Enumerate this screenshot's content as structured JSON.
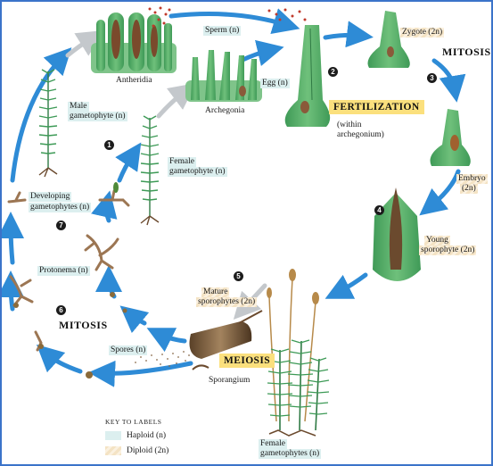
{
  "steps": {
    "s1": "1",
    "s2": "2",
    "s3": "3",
    "s4": "4",
    "s5": "5",
    "s6": "6",
    "s7": "7"
  },
  "labels": {
    "antheridia": "Antheridia",
    "sperm": "Sperm (n)",
    "egg": "Egg (n)",
    "archegonia": "Archegonia",
    "fertilization": "FERTILIZATION",
    "within_line1": "(within",
    "within_line2": "archegonium)",
    "zygote": "Zygote (2n)",
    "mitosis_top": "MITOSIS",
    "embryo_line1": "Embryo",
    "embryo_line2": "(2n)",
    "young_line1": "Young",
    "young_line2": "sporophyte (2n)",
    "mature_line1": "Mature",
    "mature_line2": "sporophytes (2n)",
    "meiosis": "MEIOSIS",
    "sporangium": "Sporangium",
    "spores": "Spores (n)",
    "mitosis_bottom": "MITOSIS",
    "protonema": "Protonema (n)",
    "developing_line1": "Developing",
    "developing_line2": "gametophytes (n)",
    "male_line1": "Male",
    "male_line2": "gametophyte (n)",
    "female_mid_line1": "Female",
    "female_mid_line2": "gametophyte (n)",
    "female_bottom_line1": "Female",
    "female_bottom_line2": "gametophytes (n)"
  },
  "key": {
    "title": "KEY TO LABELS",
    "haploid": "Haploid (n)",
    "diploid": "Diploid (2n)"
  },
  "colors": {
    "arrow_blue": "#2e8bd6",
    "haploid_fill": "#dcefef",
    "diploid_fill": "#f4e3c4",
    "banner_yellow": "#fbe07d",
    "frame_border": "#3b73c9"
  }
}
